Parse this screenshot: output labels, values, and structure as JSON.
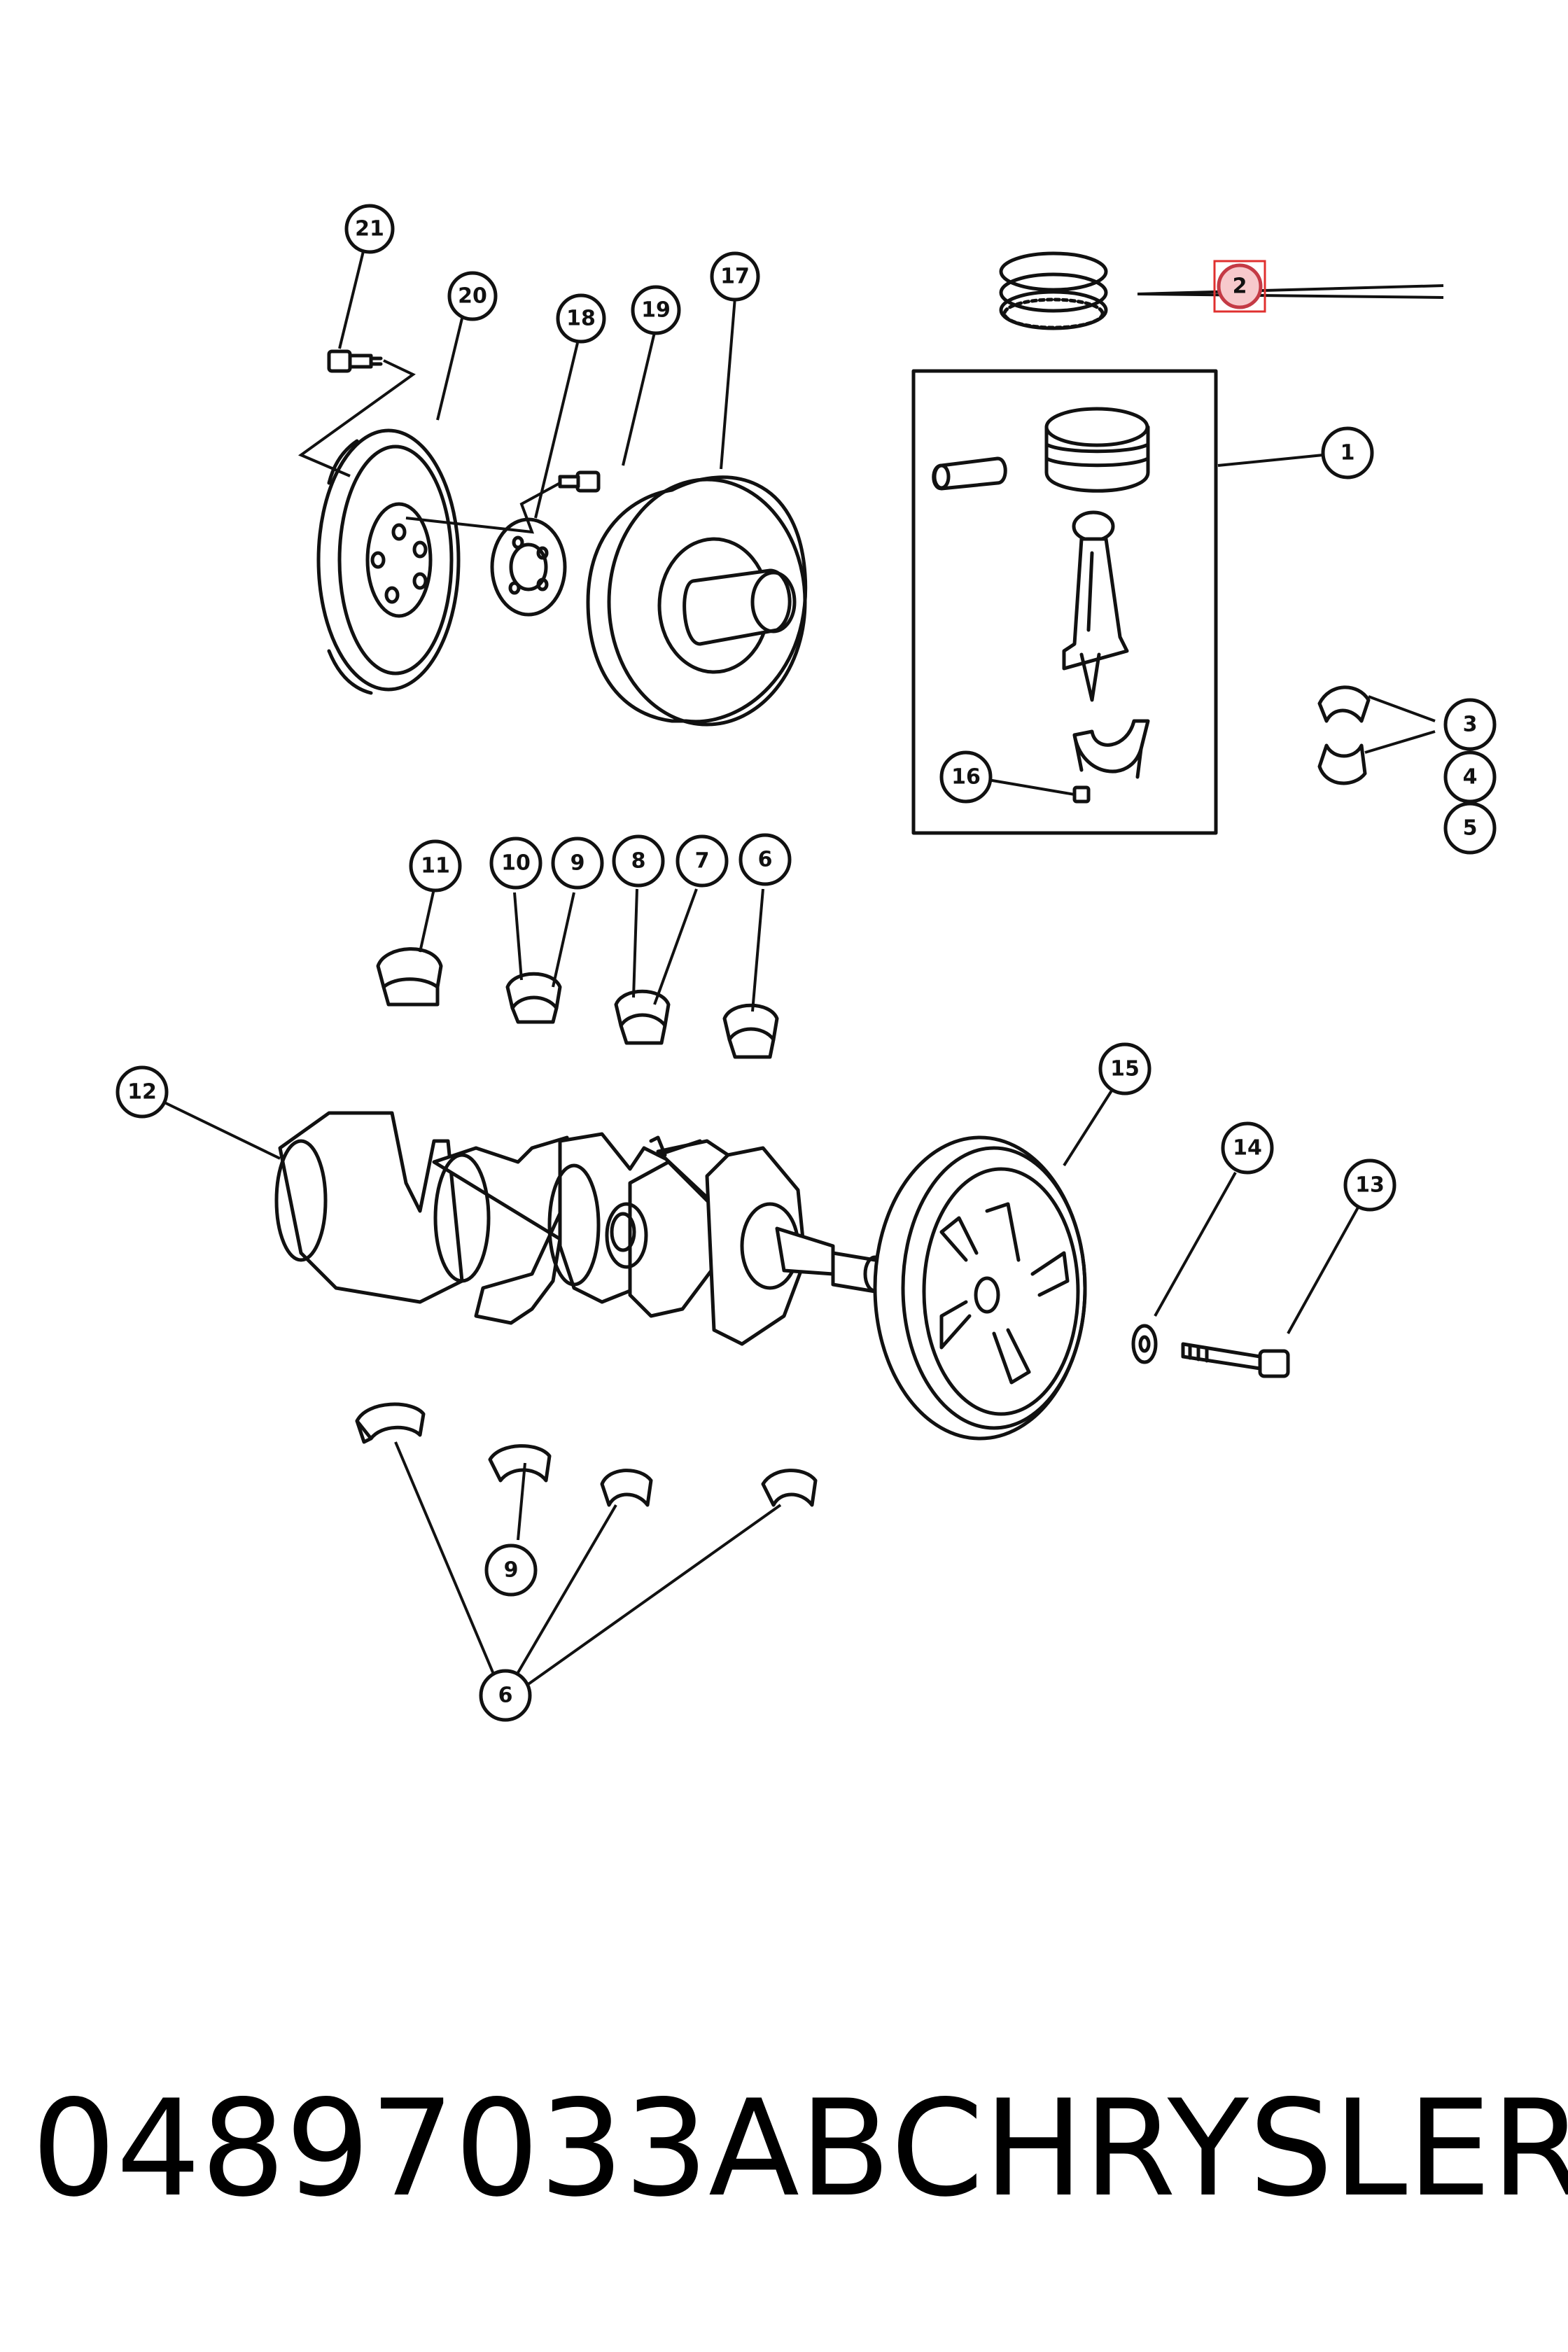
{
  "caption": {
    "part_number": "04897033AB",
    "brand": "CHRYSLER"
  },
  "callouts": {
    "c1": "1",
    "c2": "2",
    "c3": "3",
    "c4": "4",
    "c5": "5",
    "c6a": "6",
    "c6b": "6",
    "c7": "7",
    "c8": "8",
    "c9a": "9",
    "c9b": "9",
    "c10": "10",
    "c11": "11",
    "c12": "12",
    "c13": "13",
    "c14": "14",
    "c15": "15",
    "c16": "16",
    "c17": "17",
    "c18": "18",
    "c19": "19",
    "c20": "20",
    "c21": "21"
  },
  "highlight": {
    "callout": "2",
    "color": "#e0302f"
  }
}
